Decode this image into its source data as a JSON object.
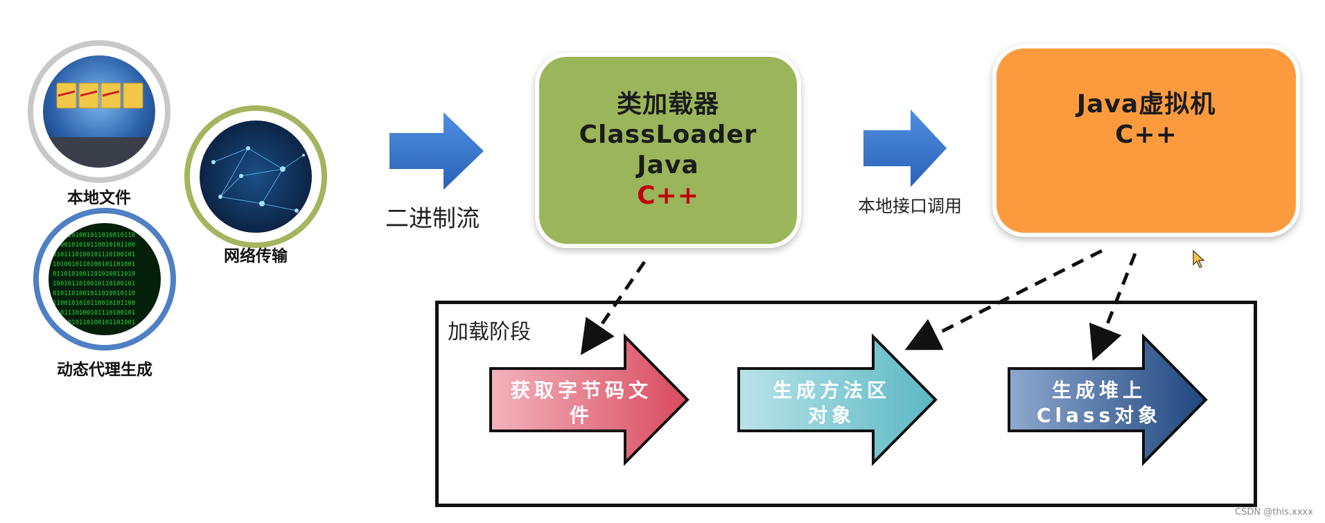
{
  "sources": {
    "local_file": "本地文件",
    "network": "网络传输",
    "dynamic_proxy": "动态代理生成"
  },
  "binary_stream_label": "二进制流",
  "classloader_box": {
    "line1": "类加载器",
    "line2": "ClassLoader",
    "line3": "Java",
    "line4": "C++"
  },
  "native_call_label": "本地接口调用",
  "jvm_box": {
    "line1": "Java虚拟机",
    "line2": "C++"
  },
  "loading_stage": {
    "title": "加载阶段",
    "steps": [
      {
        "line1": "获取字节码文",
        "line2": "件"
      },
      {
        "line1": "生成方法区",
        "line2": "对象"
      },
      {
        "line1": "生成堆上",
        "line2": "Class对象"
      }
    ]
  },
  "watermark": "CSDN @this.xxxx",
  "colors": {
    "classloader_green": "#9ab55a",
    "jvm_orange": "#fb9b3e",
    "arrow_blue": "#3a78cf",
    "step1_red": "#d94a5e",
    "step2_teal": "#5bb8c4",
    "step3_navy": "#27508e"
  }
}
